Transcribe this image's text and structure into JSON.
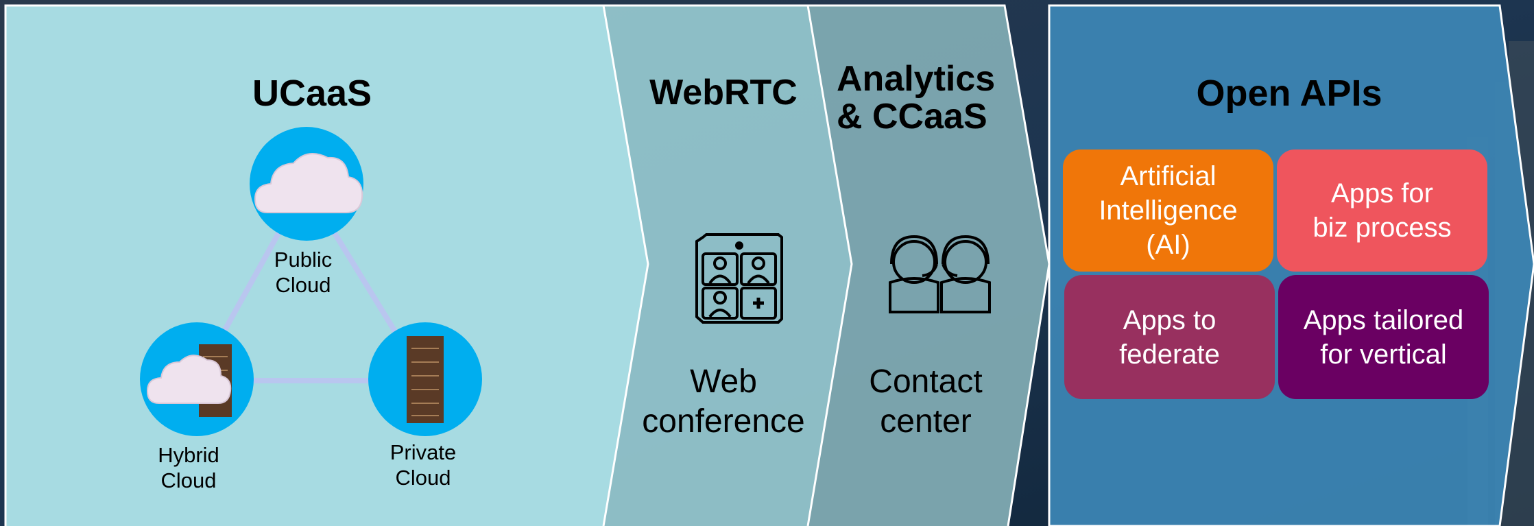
{
  "colors": {
    "panel_ucaas": "#a7dbe2",
    "panel_webrtc": "#93c5cc",
    "panel_analytics": "#7faab2",
    "panel_apis": "#3d87b6",
    "node_circle": "#00aeef",
    "link": "#b9c6ef",
    "tile_ai": "#f07609",
    "tile_biz": "#ef555d",
    "tile_federate": "#98305f",
    "tile_vertical": "#6a0062"
  },
  "sections": {
    "ucaas": {
      "title": "UCaaS",
      "nodes": {
        "public": {
          "label": "Public\nCloud",
          "icon": "cloud-icon"
        },
        "hybrid": {
          "label": "Hybrid\nCloud",
          "icon": "hybrid-cloud-server-icon"
        },
        "private": {
          "label": "Private\nCloud",
          "icon": "server-rack-icon"
        }
      }
    },
    "webrtc": {
      "title": "WebRTC",
      "caption": "Web\nconference",
      "icon": "video-conference-grid-icon"
    },
    "analytics": {
      "title": "Analytics\n& CCaaS",
      "caption": "Contact\ncenter",
      "icon": "headset-agents-icon"
    },
    "apis": {
      "title": "Open APIs",
      "tiles": [
        {
          "label": "Artificial\nIntelligence\n(AI)"
        },
        {
          "label": "Apps for\nbiz process"
        },
        {
          "label": "Apps to\nfederate"
        },
        {
          "label": "Apps tailored\nfor vertical"
        }
      ]
    }
  }
}
